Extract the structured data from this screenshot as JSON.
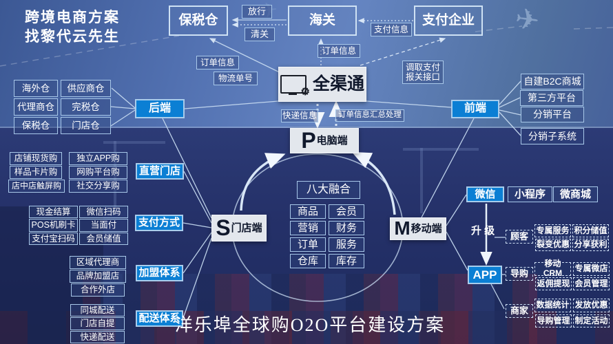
{
  "header": {
    "tagline_line1": "跨境电商方案",
    "tagline_line2": "找黎代云先生"
  },
  "top_nodes": {
    "bonded_warehouse": "保税仓",
    "customs": "海关",
    "payment_enterprise": "支付企业"
  },
  "flow_labels": {
    "release": "放行",
    "clearance": "清关",
    "payment_info": "支付信息",
    "order_info_customs": "订单信息",
    "order_info_bonded": "订单信息",
    "logistics_no": "物流单号",
    "invoke_payment": "调取支付",
    "customs_api": "报关接口",
    "express_info": "快递信息",
    "order_aggregation": "订单信息汇总处理",
    "upgrade": "升 级"
  },
  "hub": {
    "omnichannel": "全渠通"
  },
  "terminals": {
    "pc": {
      "letter": "P",
      "label": "电脑端"
    },
    "store": {
      "letter": "S",
      "label": "门店端"
    },
    "mobile": {
      "letter": "M",
      "label": "移动端"
    }
  },
  "fusion": {
    "title": "八大融合",
    "items": [
      "商品",
      "会员",
      "营销",
      "财务",
      "订单",
      "服务",
      "仓库",
      "库存"
    ]
  },
  "backend": {
    "label": "后端",
    "warehouses": [
      "海外仓",
      "供应商仓",
      "代理商仓",
      "完税仓",
      "保税仓",
      "门店仓"
    ]
  },
  "frontend": {
    "label": "前端",
    "channels": [
      "自建B2C商城",
      "第三方平台",
      "分销平台",
      "分销子系统"
    ]
  },
  "store_groups": [
    {
      "label": "直营门店",
      "items": [
        "店铺现货购",
        "独立APP购",
        "样品卡片购",
        "网购平台购",
        "店中店触屏购",
        "社交分享购"
      ]
    },
    {
      "label": "支付方式",
      "items": [
        "现金结算",
        "微信扫码",
        "POS机刷卡",
        "当面付",
        "支付宝扫码",
        "会员储值"
      ]
    },
    {
      "label": "加盟体系",
      "items": [
        "区域代理商",
        "品牌加盟店",
        "合作外店"
      ]
    },
    {
      "label": "配送体系",
      "items": [
        "同城配送",
        "门店自提",
        "快递配送"
      ]
    }
  ],
  "mobile_section": {
    "wechat": "微信",
    "mini_program": "小程序",
    "micro_mall": "微商城",
    "app": "APP",
    "roles": [
      {
        "label": "顾客",
        "items": [
          "专属服务",
          "积分储值",
          "裂变优惠",
          "分享获利"
        ]
      },
      {
        "label": "导购",
        "items": [
          "移动CRM",
          "专属微店",
          "返佣提现",
          "会员管理"
        ]
      },
      {
        "label": "商家",
        "items": [
          "数据统计",
          "发放优惠",
          "导购管理",
          "制定活动"
        ]
      }
    ]
  },
  "footer": {
    "title": "洋乐埠全球购O2O平台建设方案"
  },
  "icons": {
    "gear": "⚙",
    "plane": "✈"
  },
  "colors": {
    "accent_blue": "#0b7fd4",
    "node_light": "#e3e7ed",
    "outline_border": "#a9c9ea",
    "sky": "#5170b0",
    "navy": "#1d2a5e"
  }
}
